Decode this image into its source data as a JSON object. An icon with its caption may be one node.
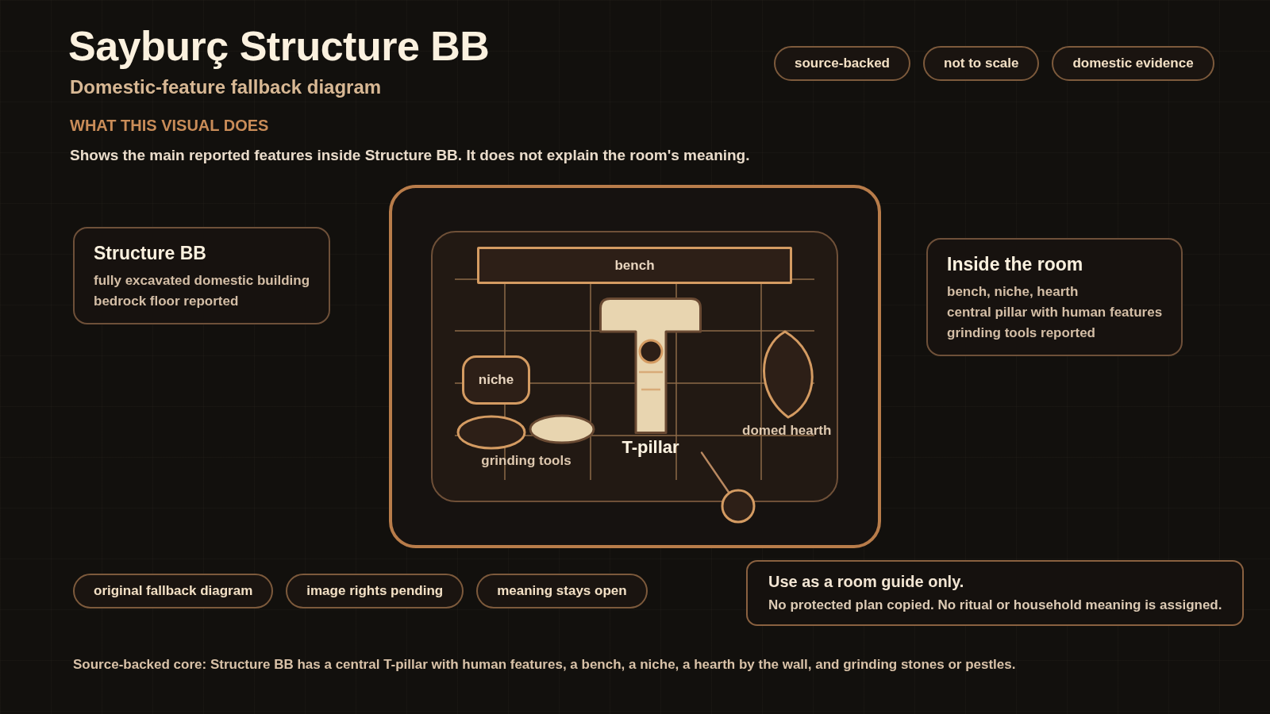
{
  "diagram": {
    "title": "Sayburç Structure BB",
    "caption": "Source-backed core: Structure BB has a central T-pillar with human features, a bench, a niche, a hearth by the wall, and grinding stones or pestles.",
    "nodes": [
      {
        "text": [
          "source-backed"
        ]
      },
      {
        "text": [
          "not to scale"
        ]
      },
      {
        "text": [
          "domestic evidence"
        ]
      },
      {
        "text": [
          "Structure BB",
          "fully excavated domestic building",
          "bedrock floor reported"
        ]
      },
      {
        "text": [],
        "shape": "box"
      },
      {
        "text": [
          "bench"
        ],
        "in": 4
      },
      {
        "text": [
          "niche"
        ],
        "in": 4
      },
      {
        "text": [
          "T-pillar"
        ],
        "in": 4
      },
      {
        "text": [
          "domed hearth"
        ],
        "in": 4
      },
      {
        "text": [
          "grinding tools"
        ],
        "in": 4
      },
      {
        "text": [],
        "shape": "circle",
        "in": 4
      },
      {
        "text": [
          "Inside the room",
          "bench, niche, hearth",
          "central pillar with human features",
          "grinding tools reported"
        ]
      },
      {
        "text": [
          "original fallback diagram"
        ]
      },
      {
        "text": [
          "image rights pending"
        ]
      },
      {
        "text": [
          "meaning stays open"
        ]
      },
      {
        "text": [
          "Use as a room guide only.",
          "No protected plan copied. No ritual or household meaning is assigned."
        ]
      }
    ],
    "edges": [
      {
        "from": 7,
        "to": 10,
        "arrow": "none"
      }
    ],
    "labels": [
      "Domestic-feature fallback diagram",
      "WHAT THIS VISUAL DOES",
      "Shows the main reported features inside Structure BB. It does not explain the room's meaning."
    ]
  }
}
